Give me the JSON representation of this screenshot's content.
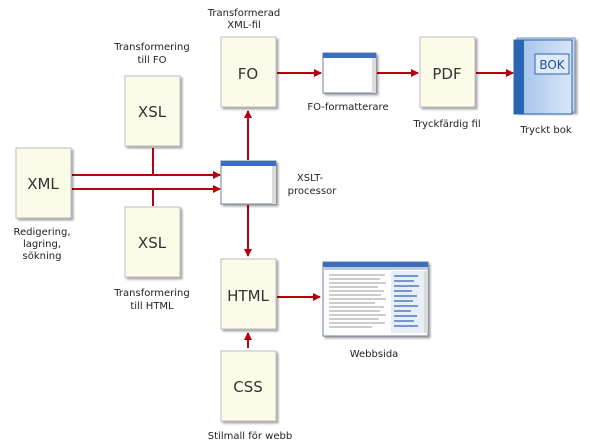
{
  "docs": {
    "xml": "XML",
    "xsl_fo": "XSL",
    "xsl_html": "XSL",
    "fo": "FO",
    "pdf": "PDF",
    "html": "HTML",
    "css": "CSS"
  },
  "labels": {
    "xml_caption": [
      "Redigering,",
      "lagring,",
      "sökning"
    ],
    "xsl_fo_caption": [
      "Transformering",
      "till FO"
    ],
    "xsl_html_caption": [
      "Transformering",
      "till HTML"
    ],
    "fo_caption": [
      "Transformerad",
      "XML-fil"
    ],
    "xslt_processor": [
      "XSLT-",
      "processor"
    ],
    "fo_formatter": "FO-formatterare",
    "pdf_caption": "Tryckfärdig fil",
    "book_title": "BOK",
    "book_caption": "Tryckt bok",
    "web_caption": "Webbsida",
    "css_caption": "Stilmall för webb"
  },
  "colors": {
    "arrow": "#b8000e",
    "doc_fill": "#fbfbe8",
    "book_blue": "#2c64b4"
  }
}
